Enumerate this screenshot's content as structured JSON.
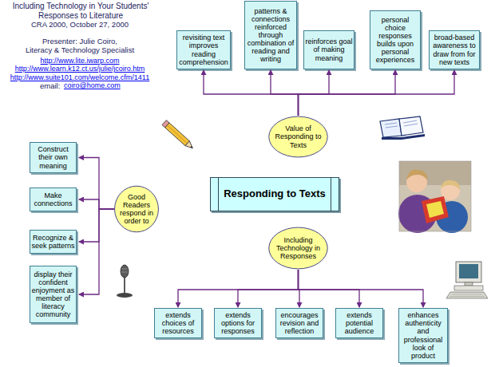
{
  "diagram": {
    "title": "Including Technology in Your Students' Responses to Literature",
    "nodes": [
      {
        "text": [
          "revisiting text improves reading comprehension"
        ]
      },
      {
        "text": [
          "patterns & connections reinforced through combination of reading and writing"
        ]
      },
      {
        "text": [
          "reinforces goal of making meaning"
        ]
      },
      {
        "text": [
          "personal choice responses builds upon personal experiences"
        ]
      },
      {
        "text": [
          "broad-based awareness to draw from for new texts"
        ]
      },
      {
        "text": [
          "Value of Responding to Texts"
        ]
      },
      {
        "text": [
          "Responding to Texts"
        ]
      },
      {
        "text": [
          "Good Readers respond in order to"
        ]
      },
      {
        "text": [
          "Construct their own meaning"
        ]
      },
      {
        "text": [
          "Make connections"
        ]
      },
      {
        "text": [
          "Recognize & seek patterns"
        ]
      },
      {
        "text": [
          "display their confident enjoyment as member of literacy community"
        ]
      },
      {
        "text": [
          "Including Technology in Responses"
        ]
      },
      {
        "text": [
          "extends choices of resources"
        ]
      },
      {
        "text": [
          "extends options for responses"
        ]
      },
      {
        "text": [
          "encourages revision and reflection"
        ]
      },
      {
        "text": [
          "extends potential audience"
        ]
      },
      {
        "text": [
          "enhances authenticity and professional look of product"
        ]
      }
    ],
    "edges": [
      {
        "from": 5,
        "to": 0,
        "arrow": "to"
      },
      {
        "from": 5,
        "to": 1,
        "arrow": "to"
      },
      {
        "from": 5,
        "to": 2,
        "arrow": "to"
      },
      {
        "from": 5,
        "to": 3,
        "arrow": "to"
      },
      {
        "from": 5,
        "to": 4,
        "arrow": "to"
      },
      {
        "from": 7,
        "to": 8,
        "arrow": "to"
      },
      {
        "from": 7,
        "to": 9,
        "arrow": "to"
      },
      {
        "from": 7,
        "to": 10,
        "arrow": "to"
      },
      {
        "from": 7,
        "to": 11,
        "arrow": "to"
      },
      {
        "from": 12,
        "to": 13,
        "arrow": "to"
      },
      {
        "from": 12,
        "to": 14,
        "arrow": "to"
      },
      {
        "from": 12,
        "to": 15,
        "arrow": "to"
      },
      {
        "from": 12,
        "to": 16,
        "arrow": "to"
      },
      {
        "from": 12,
        "to": 17,
        "arrow": "to"
      }
    ],
    "labels": [
      "CRA 2000, October 27, 2000",
      "Presenter: Julie Coiro,",
      "Literacy & Technology Specialist",
      "http://www.lite.iwarp.com",
      "http://www.learn.k12.ct.us/julie/jcoiro.htm",
      "http://www.suite101.com/welcome.cfm/1411",
      "email:",
      "coiro@home.com"
    ]
  }
}
